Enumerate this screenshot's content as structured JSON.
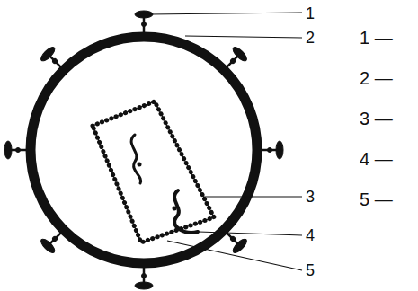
{
  "diagram": {
    "labels": [
      "1",
      "2",
      "3",
      "4",
      "5",
      "1 —",
      "2 —",
      "3 —",
      "4 —",
      "5 —"
    ]
  }
}
